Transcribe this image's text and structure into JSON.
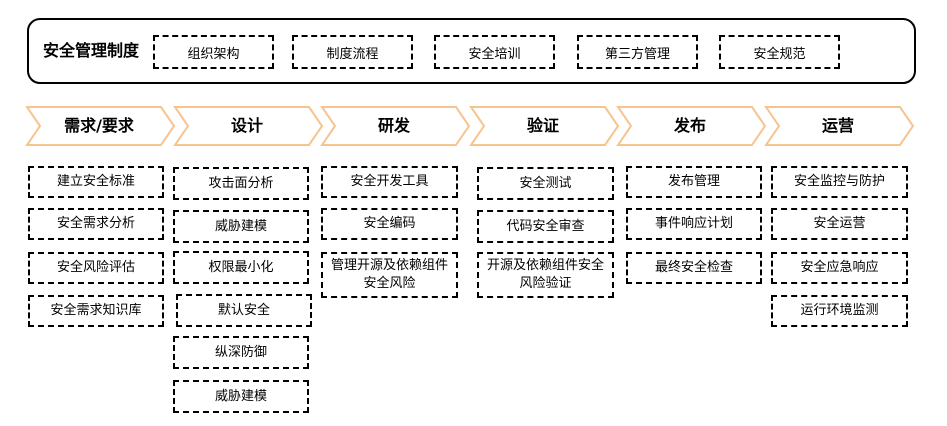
{
  "management": {
    "title": "安全管理制度",
    "items": [
      "组织架构",
      "制度流程",
      "安全培训",
      "第三方管理",
      "安全规范"
    ]
  },
  "phases": [
    {
      "label": "需求/要求",
      "items": [
        "建立安全标准",
        "安全需求分析",
        "安全风险评估",
        "安全需求知识库"
      ]
    },
    {
      "label": "设计",
      "items": [
        "攻击面分析",
        "威胁建模",
        "权限最小化",
        "默认安全",
        "纵深防御",
        "威胁建模"
      ]
    },
    {
      "label": "研发",
      "items": [
        "安全开发工具",
        "安全编码",
        "管理开源及依赖组件安全风险"
      ]
    },
    {
      "label": "验证",
      "items": [
        "安全测试",
        "代码安全审查",
        "开源及依赖组件安全风险验证"
      ]
    },
    {
      "label": "发布",
      "items": [
        "发布管理",
        "事件响应计划",
        "最终安全检查"
      ]
    },
    {
      "label": "运营",
      "items": [
        "安全监控与防护",
        "安全运营",
        "安全应急响应",
        "运行环境监测"
      ]
    }
  ]
}
